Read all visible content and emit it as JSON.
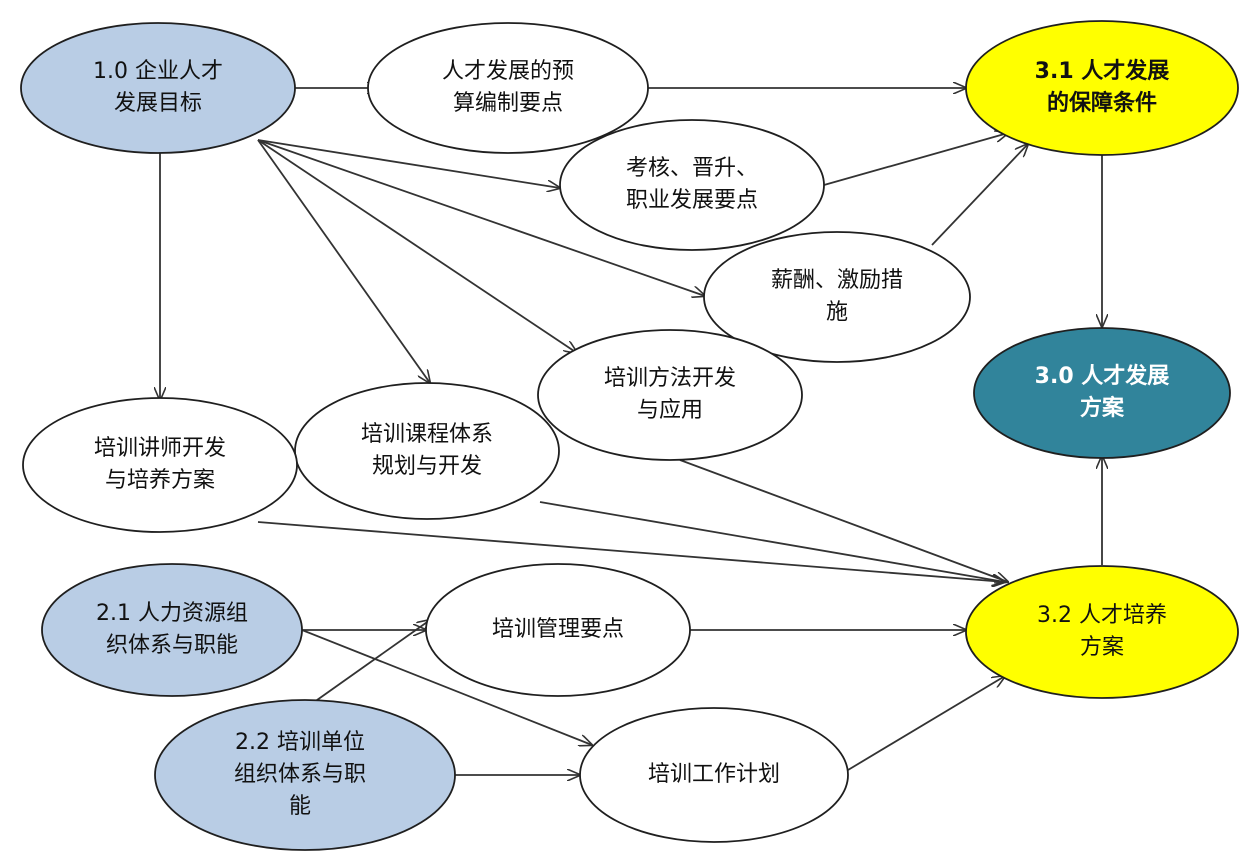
{
  "colors": {
    "source_fill": "#b9cde5",
    "intermediate_fill": "#ffffff",
    "target_fill": "#ffff00",
    "goal_fill": "#31849b",
    "edge": "#333333",
    "outline": "#1f1f1f"
  },
  "nodes": {
    "n10": {
      "label": "1.0 企业人才\n发展目标"
    },
    "n_budget": {
      "label": "人才发展的预\n算编制要点"
    },
    "n31": {
      "label": "3.1 人才发展\n的保障条件"
    },
    "n_assess": {
      "label": "考核、晋升、\n职业发展要点"
    },
    "n_salary": {
      "label": "薪酬、激励措\n施"
    },
    "n30": {
      "label": "3.0 人才发展\n方案"
    },
    "n_method": {
      "label": "培训方法开发\n与应用"
    },
    "n_course": {
      "label": "培训课程体系\n规划与开发"
    },
    "n_trainer": {
      "label": "培训讲师开发\n与培养方案"
    },
    "n21": {
      "label": "2.1 人力资源组\n织体系与职能"
    },
    "n_mgmt": {
      "label": "培训管理要点"
    },
    "n32": {
      "label": "3.2 人才培养\n方案"
    },
    "n22": {
      "label": "2.2 培训单位\n组织体系与职\n能"
    },
    "n_plan": {
      "label": "培训工作计划"
    }
  }
}
